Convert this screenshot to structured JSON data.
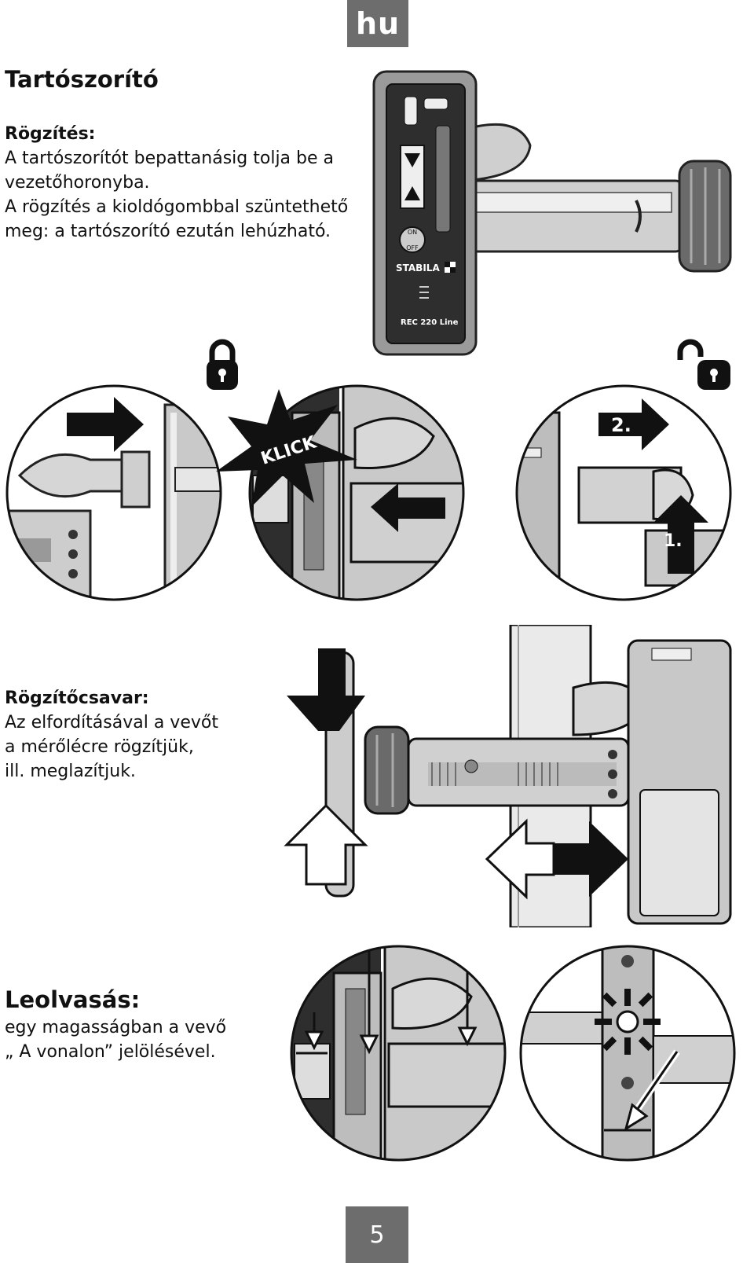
{
  "lang_tab": "hu",
  "title": "Tartószorító",
  "section1": {
    "heading": "Rögzítés:",
    "lines": [
      "A tartószorítót bepattanásig tolja be a",
      "vezetőhoronyba.",
      "A rögzítés a kioldógombbal szüntethető",
      "meg: a tartószorító ezután lehúzható."
    ]
  },
  "device": {
    "on_label": "ON",
    "off_label": "OFF",
    "brand": "STABILA",
    "model": "REC 220 Line"
  },
  "steps": {
    "klick": "KLICK",
    "step_two": "2.",
    "step_one": "1."
  },
  "section2": {
    "heading": "Rögzítőcsavar:",
    "lines": [
      "Az elfordításával a vevőt",
      "a mérőlécre rögzítjük,",
      "ill. meglazítjuk."
    ]
  },
  "section3": {
    "heading": "Leolvasás:",
    "lines": [
      "egy magasságban a vevő",
      "„ A vonalon” jelölésével."
    ]
  },
  "page_number": "5"
}
